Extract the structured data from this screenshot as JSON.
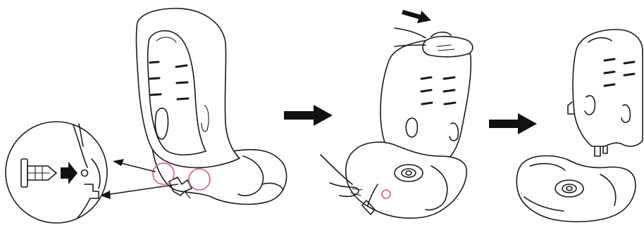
{
  "diagram": {
    "steps": [
      {
        "name": "step-1",
        "subject": "seat-with-hood"
      },
      {
        "name": "step-2",
        "subject": "seat-cover-removal"
      },
      {
        "name": "step-3",
        "subject": "separated-parts"
      }
    ],
    "icons": [
      "pin-icon",
      "push-arrow-icon",
      "step-arrow-icon",
      "pull-arrow-icon"
    ],
    "colors": {
      "line": "#1a1a1a",
      "arrow": "#111111",
      "highlight": "#d9558f",
      "background": "#ffffff"
    }
  }
}
